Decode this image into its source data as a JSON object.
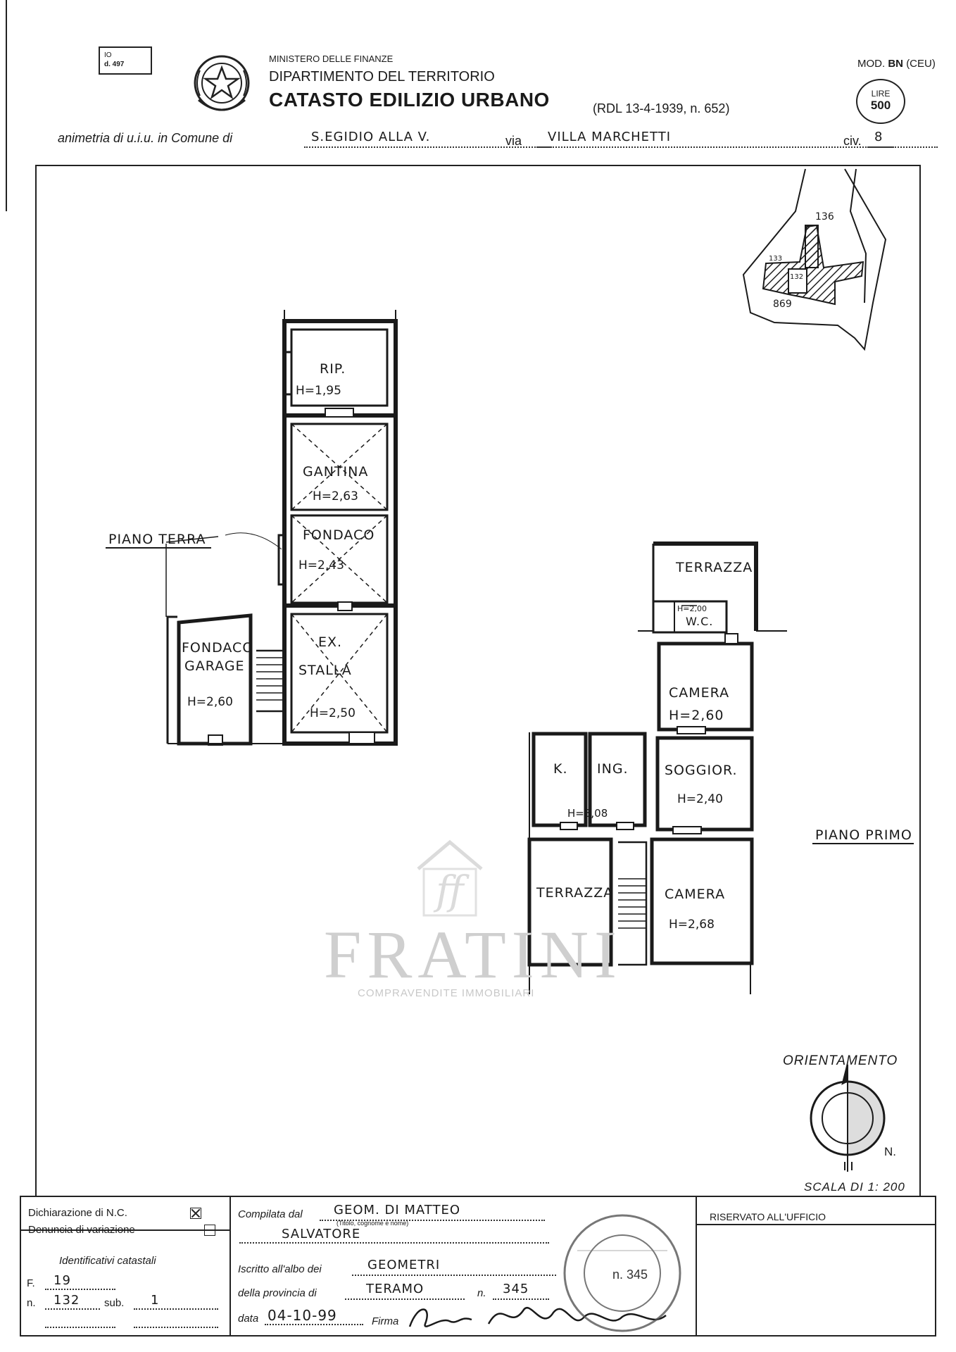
{
  "header": {
    "stamp_line1": "IO",
    "stamp_line2": "d. 497",
    "ministry": "MINISTERO DELLE FINANZE",
    "department": "DIPARTIMENTO DEL TERRITORIO",
    "title": "CATASTO EDILIZIO URBANO",
    "law_ref": "(RDL 13-4-1939, n. 652)",
    "mod_prefix": "MOD.",
    "mod_code": "BN",
    "mod_suffix": "(CEU)",
    "lire_label": "LIRE",
    "lire_value": "500",
    "emblem_icon": "italian-republic-emblem"
  },
  "plan_line": {
    "prefix": "animetria di u.i.u. in Comune di",
    "comune": "S.EGIDIO ALLA V.",
    "via_label": "via",
    "via": "VILLA MARCHETTI",
    "civ_label": "civ.",
    "civ": "8"
  },
  "floors": {
    "ground_label": "PIANO TERRA",
    "first_label": "PIANO PRIMO"
  },
  "rooms": {
    "rip": {
      "name": "RIP.",
      "height": "H=1,95"
    },
    "cantina": {
      "name": "GANTINA",
      "height": "H=2,63"
    },
    "fondaco": {
      "name": "FONDACO",
      "height": "H=2,43"
    },
    "stalla": {
      "name1": "EX.",
      "name2": "STALLA",
      "height": "H=2,50"
    },
    "garage": {
      "name1": "FONDACO",
      "name2": "GARAGE",
      "height": "H=2,60"
    },
    "terrazza_top": {
      "name": "TERRAZZA"
    },
    "wc": {
      "name": "W.C.",
      "height": "H=2,00"
    },
    "camera_top": {
      "name": "CAMERA",
      "height": "H=2,60"
    },
    "k": {
      "name": "K."
    },
    "ing": {
      "name": "ING.",
      "height": "H=3,08"
    },
    "soggior": {
      "name": "SOGGIOR.",
      "height": "H=2,40"
    },
    "terrazza_bottom": {
      "name": "TERRAZZA"
    },
    "camera_bottom": {
      "name": "CAMERA",
      "height": "H=2,68"
    }
  },
  "site_map": {
    "parcel_top": "136",
    "parcel_bottom": "869",
    "parcel_a": "133",
    "parcel_b": "132"
  },
  "watermark": {
    "brand": "FRATINI",
    "subtitle": "COMPRAVENDITE IMMOBILIARI"
  },
  "orientation": {
    "label": "ORIENTAMENTO",
    "north": "N.",
    "scale": "SCALA DI 1: 200"
  },
  "form": {
    "decl_nc": "Dichiarazione di N.C.",
    "denuncia": "Denuncia di variazione",
    "identificativi": "Identificativi catastali",
    "f_label": "F.",
    "f_value": "19",
    "n_label": "n.",
    "n_value": "132",
    "sub_label": "sub.",
    "sub_value": "1",
    "compilata_label": "Compilata dal",
    "compilata_value1": "GEOM. DI MATTEO",
    "compilata_hint": "(Titolo, cognome e nome)",
    "compilata_value2": "SALVATORE",
    "iscritto_label": "Iscritto all'albo dei",
    "iscritto_value": "GEOMETRI",
    "provincia_label": "della provincia di",
    "provincia_value": "TERAMO",
    "num_label": "n.",
    "num_value": "345",
    "data_label": "data",
    "data_value": "04-10-99",
    "firma_label": "Firma",
    "riservato": "RISERVATO ALL'UFFICIO",
    "seal_number": "n. 345"
  }
}
